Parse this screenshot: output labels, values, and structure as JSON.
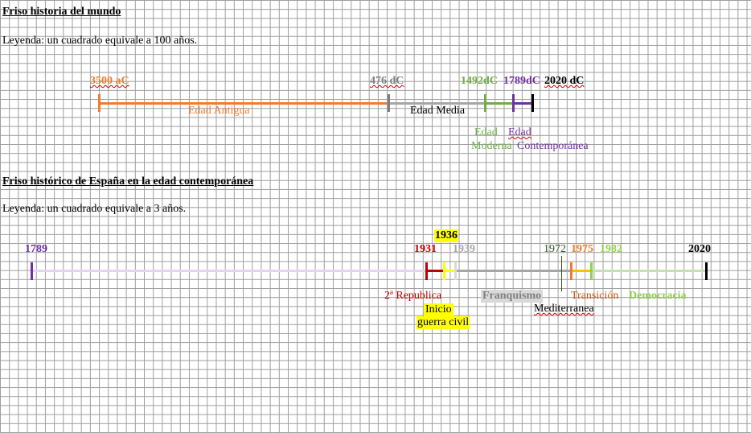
{
  "colors": {
    "antigua": "#ED7D31",
    "media": "#7F7F7F",
    "moderna": "#70AD47",
    "contemporanea": "#7030A0",
    "republica": "#C00000",
    "guerra": "#FFFF00",
    "transicion": "#C55A11",
    "democracia": "#92D050",
    "franquismo_bg": "#D9D9D9",
    "mediterranea": "#375623"
  },
  "world": {
    "title": "Friso historia del mundo",
    "legend": "Leyenda: un cuadrado equivale a 100 años.",
    "dates": {
      "d3500": "3500 aC",
      "d476": "476 dC",
      "d1492": "1492dC",
      "d1789": "1789dC",
      "d2020": "2020 dC"
    },
    "ages": {
      "antigua": "Edad Antigua",
      "media": "Edad Media",
      "moderna_1": "Edad",
      "moderna_2": "Moderna",
      "contemporanea_1": "Edad",
      "contemporanea_2": "Contemporánea"
    }
  },
  "spain": {
    "title": "Friso histórico de España en la edad contemporánea",
    "legend": "Leyenda: un cuadrado equivale a 3 años.",
    "dates": {
      "d1789": "1789",
      "d1931": "1931",
      "d1936": "1936",
      "d1939": "1939",
      "d1972": "1972",
      "d1975": "1975",
      "d1982": "1982",
      "d2020": "2020"
    },
    "periods": {
      "republica": "2ª Republica",
      "guerra_1": "Inicio",
      "guerra_2": "guerra civil",
      "franquismo": "Franquismo",
      "mediterranea": "Mediterranea",
      "transicion": "Transición",
      "democracia": "Democracia"
    }
  }
}
